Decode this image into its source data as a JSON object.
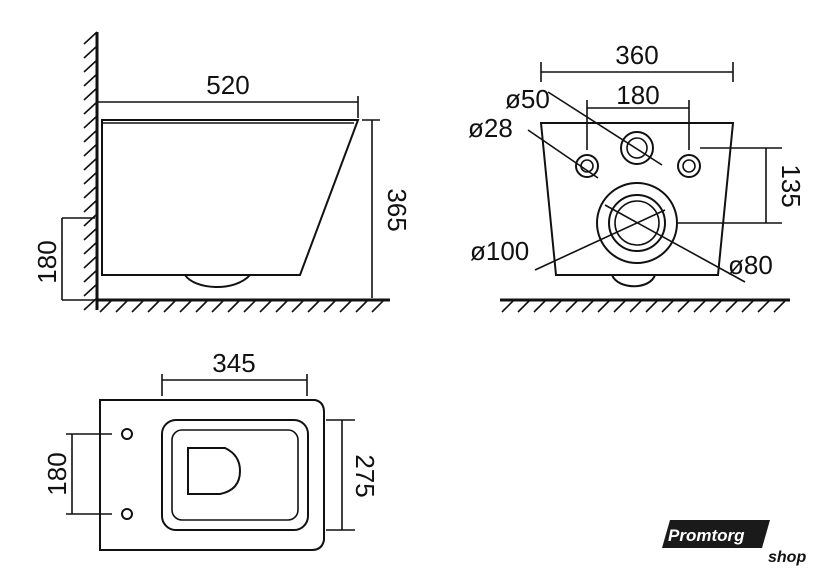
{
  "side_view": {
    "width": "520",
    "height": "365",
    "mount_height": "180"
  },
  "rear_view": {
    "total_width": "360",
    "bolt_spacing": "180",
    "inlet_diameter": "ø50",
    "bolt_diameter": "ø28",
    "outlet_outer_diameter": "ø100",
    "outlet_inner_diameter": "ø80",
    "outlet_height": "135"
  },
  "top_view": {
    "seat_width": "345",
    "bolt_spacing": "180",
    "seat_depth": "275"
  },
  "logo": {
    "brand": "Promtorg",
    "suffix": "shop"
  }
}
